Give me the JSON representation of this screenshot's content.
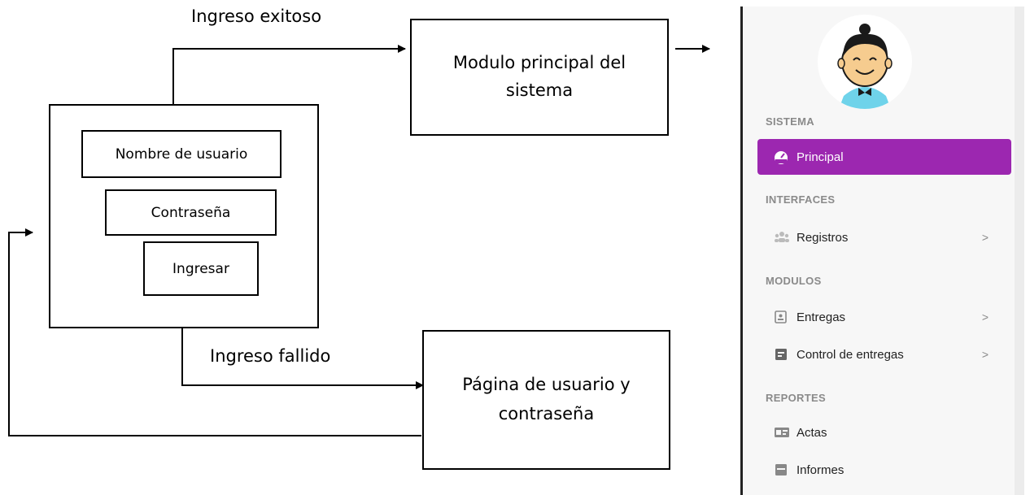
{
  "diagram": {
    "edge_success": "Ingreso exitoso",
    "edge_failed": "Ingreso fallido",
    "main_module": "Modulo principal del sistema",
    "login_page": "Página de usuario y contraseña",
    "username_field": "Nombre de usuario",
    "password_field": "Contraseña",
    "login_button": "Ingresar"
  },
  "sidebar": {
    "sections": [
      "SISTEMA",
      "INTERFACES",
      "MODULOS",
      "REPORTES"
    ],
    "items": [
      {
        "label": "Principal",
        "icon": "dashboard-icon",
        "active": true
      },
      {
        "label": "Registros",
        "icon": "users-icon",
        "chevron": ">"
      },
      {
        "label": "Entregas",
        "icon": "contact-card-icon",
        "chevron": ">"
      },
      {
        "label": "Control de entregas",
        "icon": "clipboard-icon",
        "chevron": ">"
      },
      {
        "label": "Actas",
        "icon": "id-card-icon"
      },
      {
        "label": "Informes",
        "icon": "document-icon"
      }
    ],
    "accent_color": "#9c27b0"
  }
}
